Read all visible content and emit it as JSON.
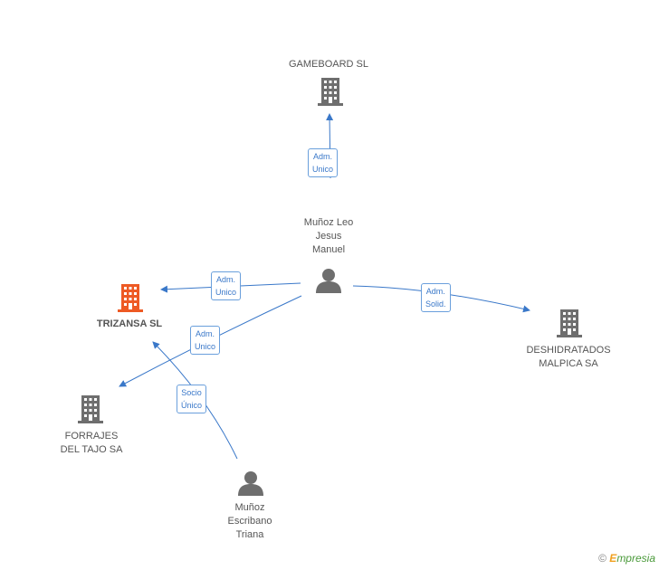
{
  "colors": {
    "edge": "#3a78c9",
    "company": "#6e6e6e",
    "highlight": "#ee5a24",
    "person": "#6e6e6e"
  },
  "nodes": {
    "gameboard": {
      "label": "GAMEBOARD SL",
      "icon": "building-icon"
    },
    "munoz_leo": {
      "label": "Muñoz Leo\nJesus\nManuel",
      "icon": "person-icon"
    },
    "trizansa": {
      "label": "TRIZANSA SL",
      "icon": "building-icon"
    },
    "deshidratados": {
      "label": "DESHIDRATADOS\nMALPICA SA",
      "icon": "building-icon"
    },
    "forrajes": {
      "label": "FORRAJES\nDEL TAJO SA",
      "icon": "building-icon"
    },
    "munoz_escribano": {
      "label": "Muñoz\nEscribano\nTriana",
      "icon": "person-icon"
    }
  },
  "edges": {
    "e1": {
      "label": "Adm.\nUnico"
    },
    "e2": {
      "label": "Adm.\nUnico"
    },
    "e3": {
      "label": "Adm.\nSolid."
    },
    "e4": {
      "label": "Adm.\nUnico"
    },
    "e5": {
      "label": "Socio\nÚnico"
    }
  },
  "watermark": {
    "copyright": "©",
    "brand_first": "E",
    "brand_rest": "mpresia"
  }
}
